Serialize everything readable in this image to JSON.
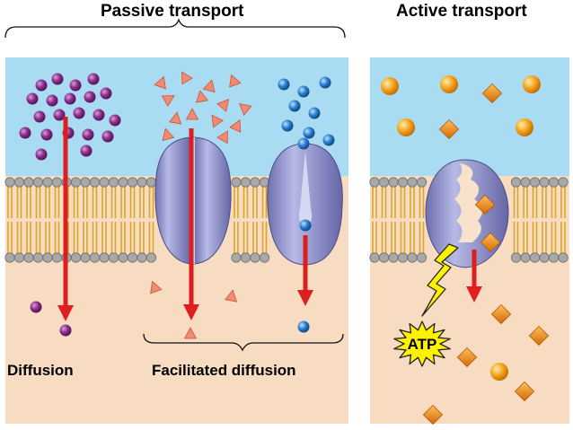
{
  "labels": {
    "passive_transport": "Passive transport",
    "active_transport": "Active transport",
    "diffusion": "Diffusion",
    "facilitated_diffusion": "Facilitated diffusion",
    "atp": "ATP"
  },
  "colors": {
    "extracellular": "#a9dcf2",
    "cytoplasm": "#f8dcc2",
    "lipid_head": "#a8a8a8",
    "lipid_tail": "#e8c64a",
    "protein": "#9a9cd0",
    "arrow": "#dd1f1f",
    "purple_molecule": "#8a2a8a",
    "salmon_molecule": "#f08a72",
    "blue_molecule": "#2a80d0",
    "orange_sphere": "#f5a623",
    "orange_cube": "#e8861a",
    "atp_burst": "#fff200"
  },
  "icons": [
    "purple-sphere-icon",
    "salmon-triangle-icon",
    "blue-sphere-icon",
    "orange-sphere-icon",
    "orange-diamond-icon",
    "atp-burst-icon",
    "lightning-bolt-icon"
  ]
}
